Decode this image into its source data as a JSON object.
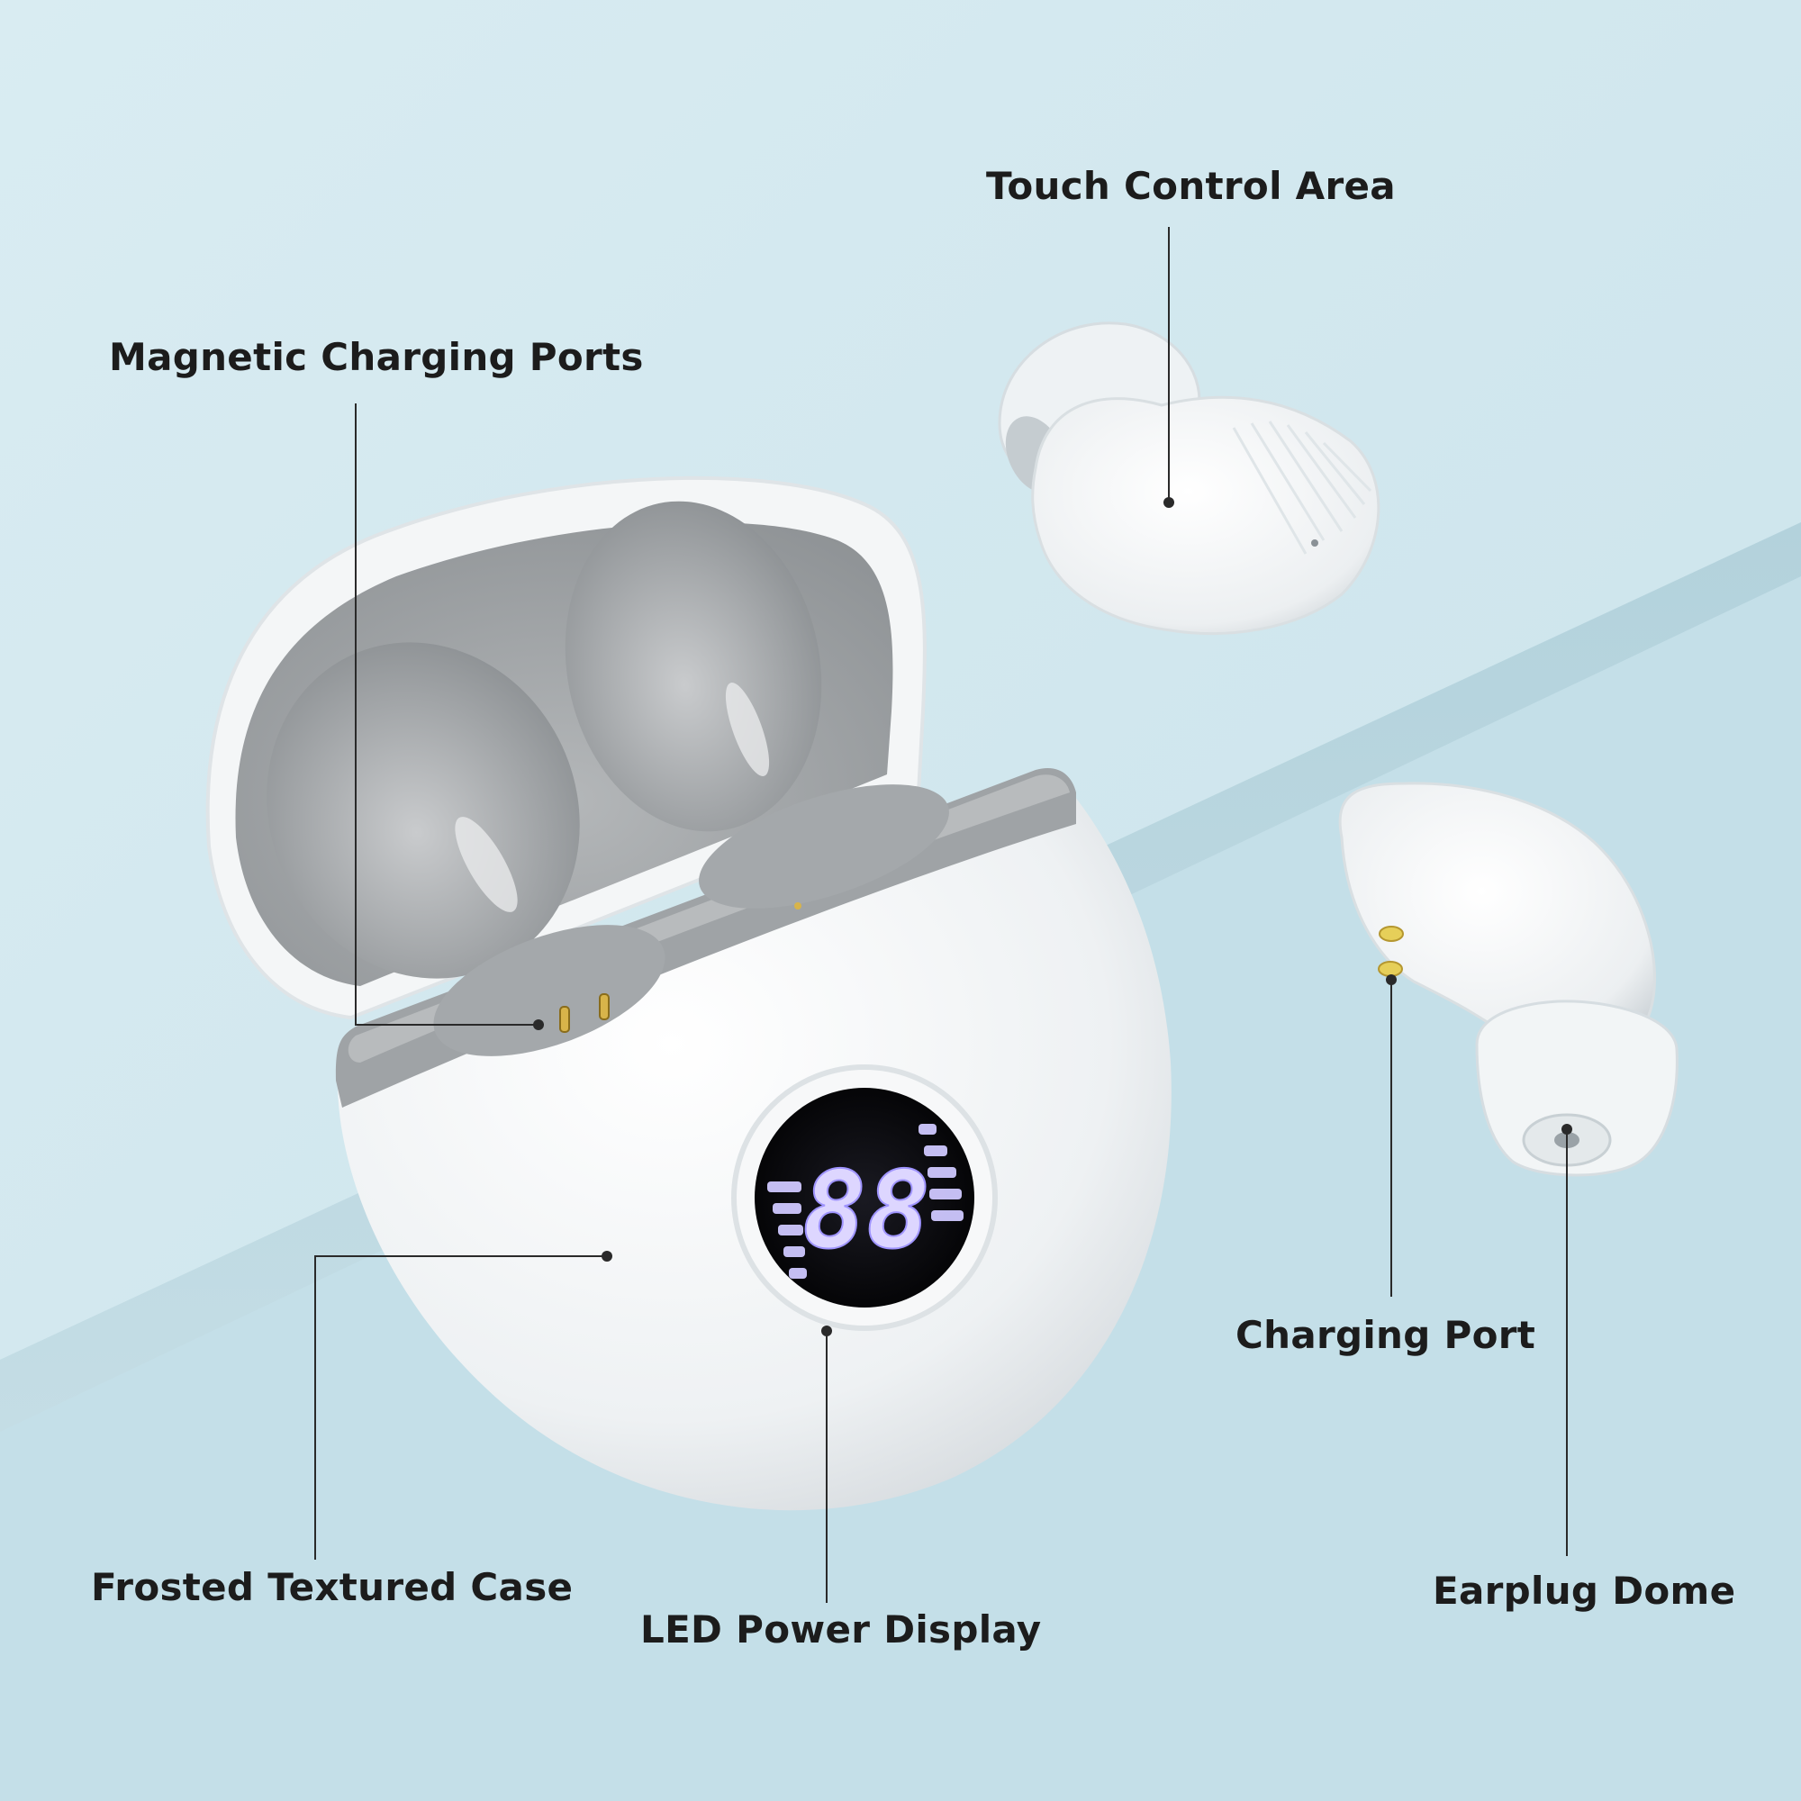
{
  "callouts": {
    "touch_control": "Touch Control Area",
    "magnetic_ports": "Magnetic Charging Ports",
    "charging_port": "Charging Port",
    "frosted_case": "Frosted Textured Case",
    "led_display": "LED Power Display",
    "earplug_dome": "Earplug Dome"
  },
  "led": {
    "digits": "88"
  },
  "colors": {
    "background_top": "#d7e9ef",
    "background_ledge": "#b9d6df",
    "case_white": "#f6f7f8",
    "case_interior": "#a9acae",
    "led_glow": "#d8d2ff",
    "leader_line": "#2a2a2a",
    "pin_gold": "#d8b44a"
  }
}
